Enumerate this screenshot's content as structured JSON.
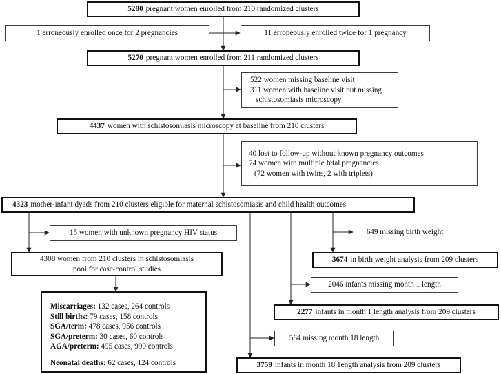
{
  "enrolled_initial": {
    "count": "5280",
    "text": "pregnant women enrolled from 210 randomized clusters"
  },
  "error_once": {
    "text": "1 erroneously enrolled once for 2 pregnancies"
  },
  "error_twice": {
    "text": "11 erroneously enrolled twice for 1 pregnancy"
  },
  "enrolled_corrected": {
    "count": "5270",
    "text": "pregnant women enrolled from 211 randomized clusters"
  },
  "missing_baseline": {
    "line1": "522 women missing baseline visit",
    "line2": "311 women with baseline visit but missing",
    "line3": "schistosomiasis microscopy"
  },
  "microscopy": {
    "count": "4437",
    "text": "women with schistosomiasis microscopy at baseline from 210 clusters"
  },
  "excluded_pregnancy": {
    "line1": "40 lost to follow-up without known pregnancy outcomes",
    "line2": "74 women with multiple fetal pregnancies",
    "line3": "(72 women with twins, 2 with triplets)"
  },
  "dyads": {
    "count": "4323",
    "text": "mother-infant dyads from 210 clusters eligible for maternal schistosomiasis and child health outcomes"
  },
  "unknown_hiv": {
    "text": "15 women with unknown pregnancy HIV status"
  },
  "case_control_pool": {
    "line1": "4308 women from 210 clusters in schistosomiasis",
    "line2": "pool for case-control studies"
  },
  "case_control": {
    "miscarriages": {
      "label": "Miscarriages:",
      "value": "132 cases, 264 controls"
    },
    "still_births": {
      "label": "Still births:",
      "value": "79 cases, 158 controls"
    },
    "sga_term": {
      "label": "SGA/term:",
      "value": "478 cases, 956 controls"
    },
    "sga_preterm": {
      "label": "SGA/preterm:",
      "value": "30 cases, 60 controls"
    },
    "aga_preterm": {
      "label": "AGA/preterm:",
      "value": "495 cases, 990 controls"
    },
    "neonatal_deaths": {
      "label": "Neonatal deaths:",
      "value": "62 cases, 124 controls"
    }
  },
  "missing_birth_weight": {
    "text": "649 missing birth weight"
  },
  "birth_weight_analysis": {
    "count": "3674",
    "text": "in birth weight analysis from 209 clusters"
  },
  "missing_month1": {
    "text": "2046 infants missing month 1 length"
  },
  "month1_analysis": {
    "count": "2277",
    "text": "infants in month 1 length analysis from 209 clusters"
  },
  "missing_month18": {
    "text": "564 missing month 18 length"
  },
  "month18_analysis": {
    "count": "3759",
    "text": "infants in month 18 1ength analysis from 209 clusters"
  }
}
